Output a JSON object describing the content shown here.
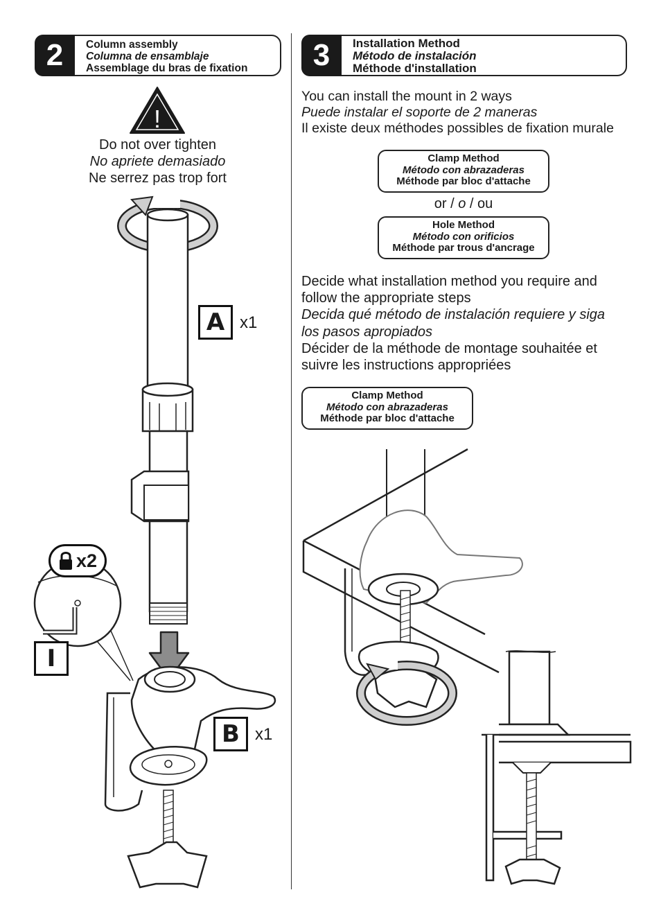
{
  "step2": {
    "number": "2",
    "title_en": "Column assembly",
    "title_es": "Columna de ensamblaje",
    "title_fr": "Assemblage du bras de fixation",
    "warning_glyph": "!",
    "warning_en": "Do not over tighten",
    "warning_es": "No apriete demasiado",
    "warning_fr": "Ne serrez pas trop fort",
    "part_a_label": "A",
    "part_a_qty": "x1",
    "part_b_label": "B",
    "part_b_qty": "x1",
    "lock_qty": "x2",
    "tool_label": "I",
    "icons": [
      "warning-triangle-icon",
      "rotate-arrow-icon",
      "down-arrow-icon",
      "lock-icon",
      "allen-key-icon"
    ]
  },
  "step3": {
    "number": "3",
    "title_en": "Installation Method",
    "title_es": "Método de instalación",
    "title_fr": "Méthode d'installation",
    "intro_en": "You can install the mount in 2 ways",
    "intro_es": "Puede instalar el soporte de 2 maneras",
    "intro_fr": "Il existe deux méthodes possibles de fixation murale",
    "clamp_en": "Clamp Method",
    "clamp_es": "Método con abrazaderas",
    "clamp_fr": "Méthode par bloc d'attache",
    "or_en": "or /",
    "or_es": "o",
    "or_fr": "/ ou",
    "hole_en": "Hole Method",
    "hole_es": "Método con orificios",
    "hole_fr": "Méthode par trous d'ancrage",
    "decide_en_1": "Decide what installation method you require and",
    "decide_en_2": "follow the appropriate steps",
    "decide_es_1": "Decida qué método de instalación requiere y siga",
    "decide_es_2": "los pasos apropiados",
    "decide_fr_1": "Décider de la méthode de montage souhaitée et",
    "decide_fr_2": "suivre les instructions appropriées",
    "clamp2_en": "Clamp Method",
    "clamp2_es": "Método con abrazaderas",
    "clamp2_fr": "Méthode par bloc d'attache"
  }
}
